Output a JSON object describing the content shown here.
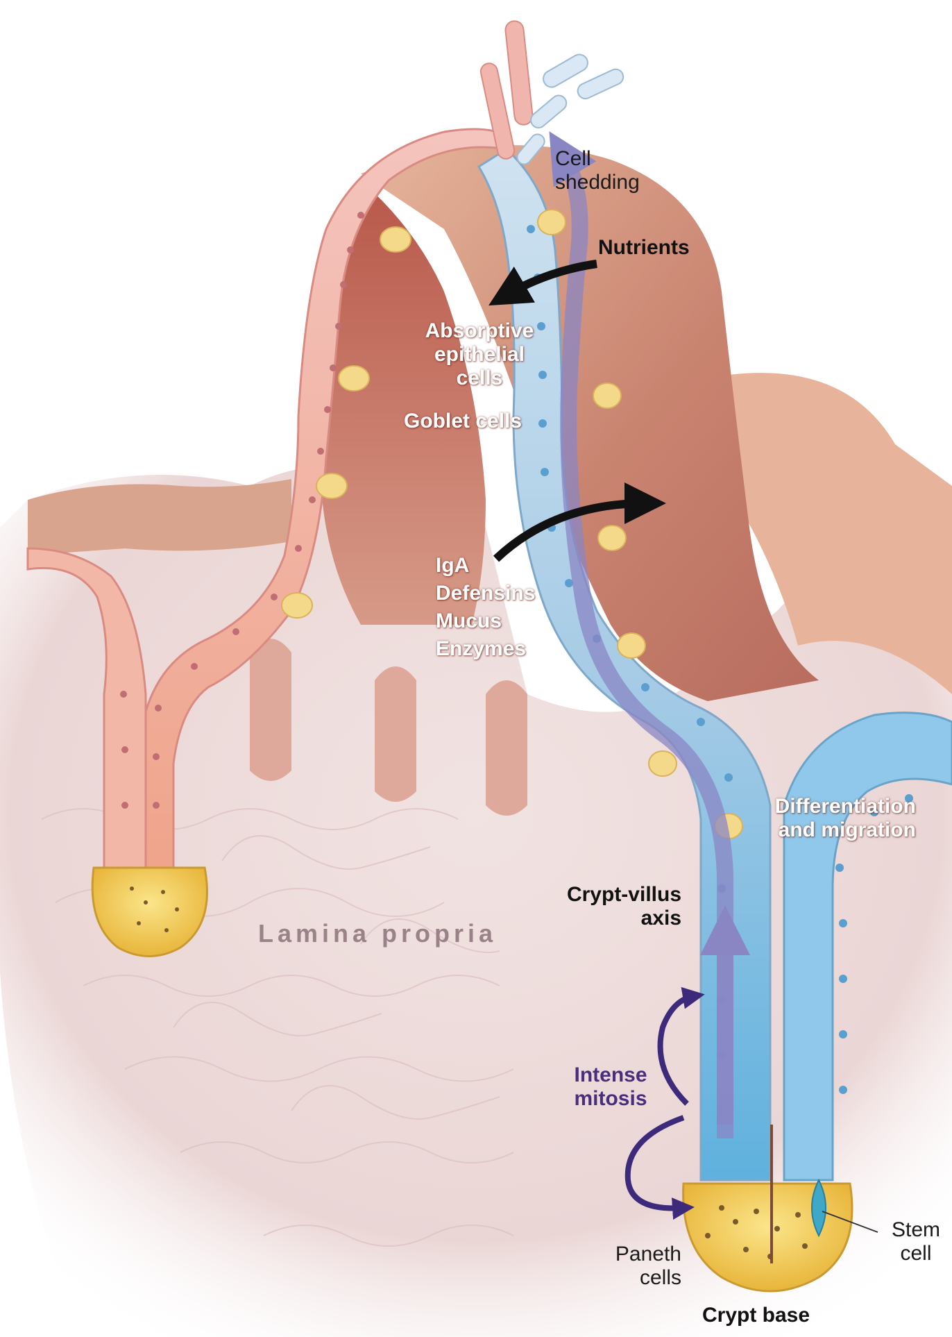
{
  "labels": {
    "cell_shedding": [
      "Cell",
      "shedding"
    ],
    "nutrients": "Nutrients",
    "absorptive": [
      "Absorptive",
      "epithelial",
      "cells"
    ],
    "goblet": "Goblet cells",
    "secretions": [
      "IgA",
      "Defensins",
      "Mucus",
      "Enzymes"
    ],
    "differentiation": [
      "Differentiation",
      "and migration"
    ],
    "crypt_villus": [
      "Crypt-villus",
      "axis"
    ],
    "lamina_propria": "Lamina propria",
    "intense_mitosis": [
      "Intense",
      "mitosis"
    ],
    "paneth": [
      "Paneth",
      "cells"
    ],
    "stem": [
      "Stem",
      "cell"
    ],
    "crypt_base": "Crypt base"
  },
  "colors": {
    "lamina_propria": "#eddcdc",
    "villus_core": "#d9a08a",
    "epithelium_pink": "#f2b9b4",
    "epithelium_blue": "#9cc6e2",
    "crypt_blue": "#6fb7df",
    "paneth_yellow": "#f5d35a",
    "migration_arrow": "#8a86c4",
    "mitosis_arrow": "#3d2a7a"
  }
}
